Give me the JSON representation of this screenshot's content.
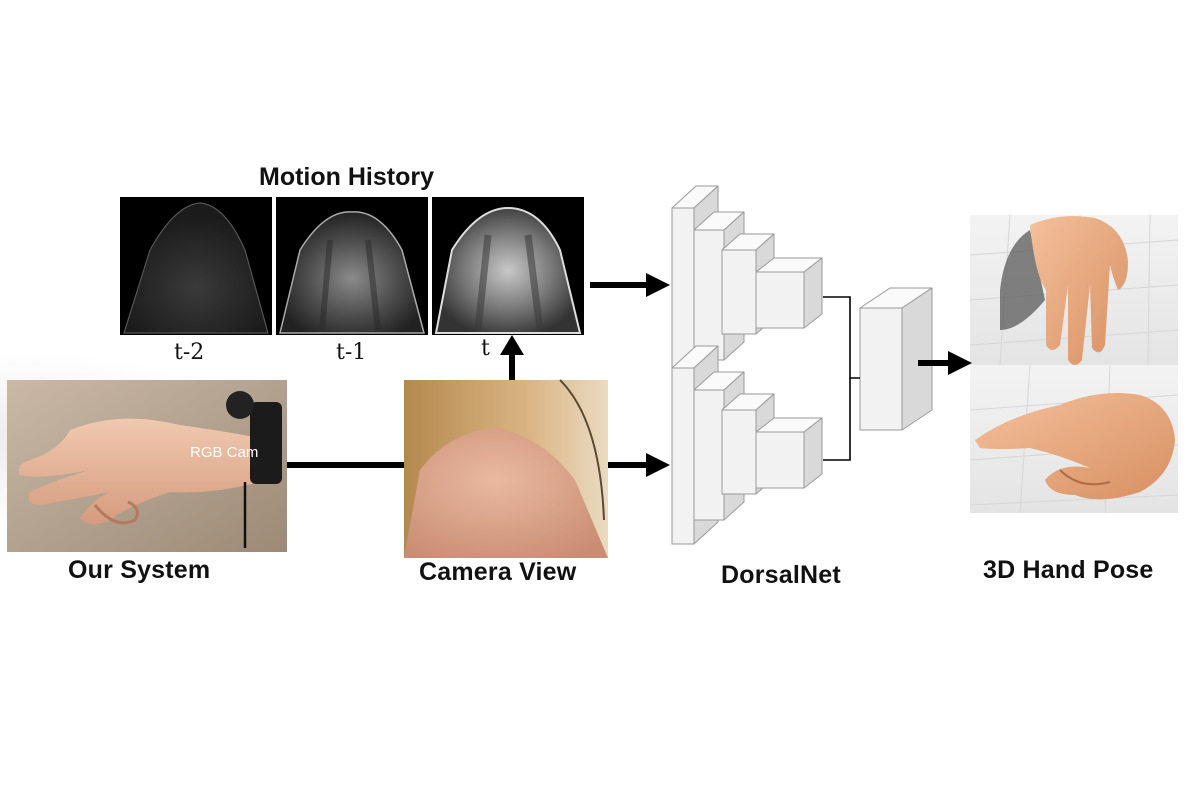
{
  "motion_history": {
    "title": "Motion History",
    "frames": [
      {
        "label": "t-2"
      },
      {
        "label": "t-1"
      },
      {
        "label": "t"
      }
    ]
  },
  "our_system": {
    "label": "Our System",
    "tag": "RGB Cam"
  },
  "camera_view": {
    "label": "Camera View"
  },
  "dorsalnet": {
    "label": "DorsalNet"
  },
  "hand_pose": {
    "label": "3D Hand Pose"
  },
  "colors": {
    "arrow": "#000000",
    "block_face": "#f2f2f2",
    "block_side": "#d9d9d9",
    "block_top": "#fafafa",
    "block_edge": "#9a9a9a"
  }
}
